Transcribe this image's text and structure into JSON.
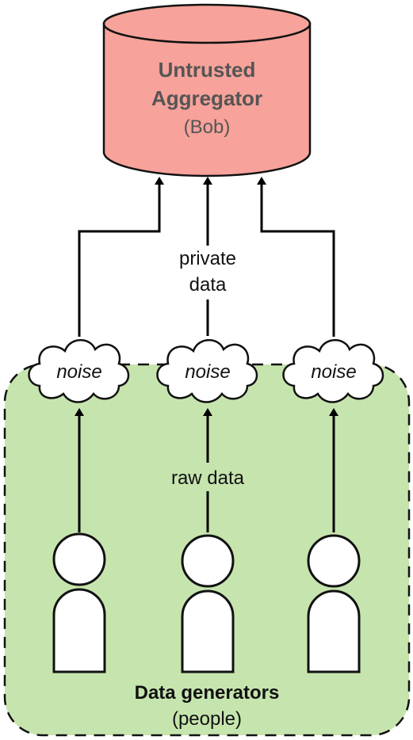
{
  "aggregator": {
    "title_line1": "Untrusted",
    "title_line2": "Aggregator",
    "subtitle": "(Bob)",
    "color": "#f7a29a",
    "title_color": "#555555"
  },
  "labels": {
    "private_line1": "private",
    "private_line2": "data",
    "raw_data": "raw data"
  },
  "noise_clouds": [
    {
      "label": "noise"
    },
    {
      "label": "noise"
    },
    {
      "label": "noise"
    }
  ],
  "generators": {
    "title": "Data generators",
    "subtitle": "(people)",
    "fill_color": "#c6e5ae",
    "border_style": "dashed"
  }
}
